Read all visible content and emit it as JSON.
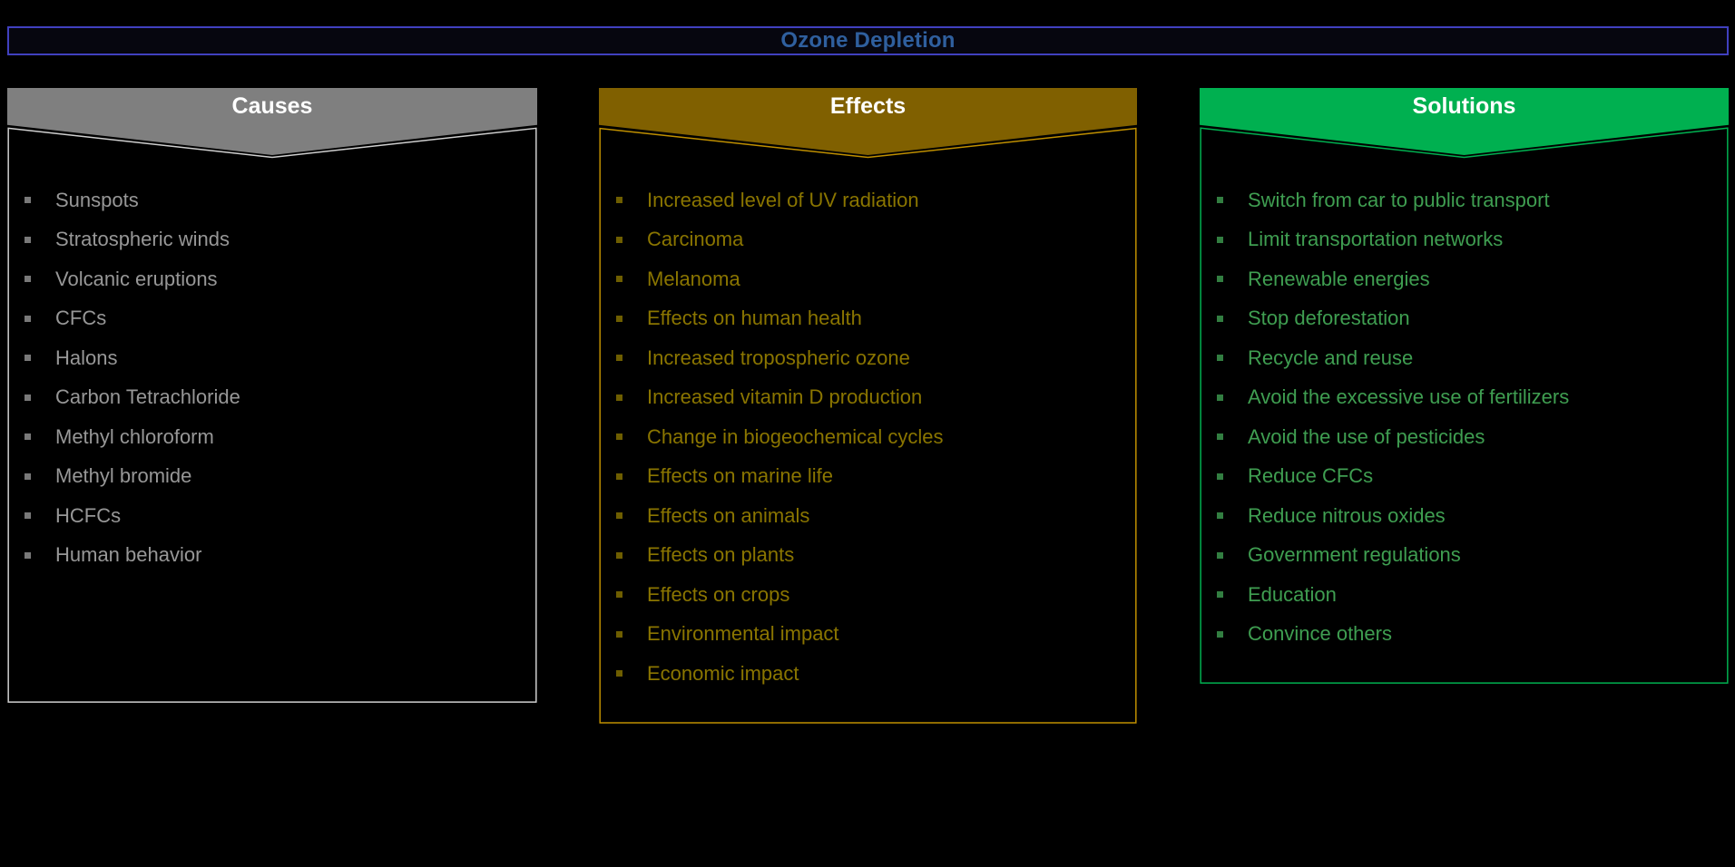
{
  "title": "Ozone Depletion",
  "colors": {
    "background": "#000000",
    "title_text": "#2f5f9e",
    "title_border": "#4040bf",
    "title_fill": "#06060f"
  },
  "columns": [
    {
      "id": "causes",
      "label": "Causes",
      "header_color": "#7f7f7f",
      "border_color": "#cfcfcf",
      "text_color": "#979797",
      "items": [
        "Sunspots",
        "Stratospheric winds",
        "Volcanic eruptions",
        "CFCs",
        "Halons",
        "Carbon Tetrachloride",
        "Methyl chloroform",
        "Methyl bromide",
        "HCFCs",
        "Human behavior"
      ]
    },
    {
      "id": "effects",
      "label": "Effects",
      "header_color": "#806000",
      "border_color": "#bf8f00",
      "text_color": "#8a7500",
      "items": [
        "Increased level of UV radiation",
        "Carcinoma",
        "Melanoma",
        "Effects on human health",
        "Increased tropospheric ozone",
        "Increased vitamin D production",
        "Change in biogeochemical cycles",
        "Effects on marine life",
        "Effects on animals",
        "Effects on plants",
        "Effects on crops",
        "Environmental impact",
        "Economic impact"
      ]
    },
    {
      "id": "solutions",
      "label": "Solutions",
      "header_color": "#00b050",
      "border_color": "#00b050",
      "text_color": "#3f9e51",
      "items": [
        "Switch from car to public transport",
        "Limit transportation networks",
        "Renewable energies",
        "Stop deforestation",
        "Recycle and reuse",
        "Avoid the excessive use of fertilizers",
        "Avoid the use of pesticides",
        "Reduce CFCs",
        "Reduce nitrous oxides",
        "Government regulations",
        "Education",
        "Convince others"
      ]
    }
  ]
}
